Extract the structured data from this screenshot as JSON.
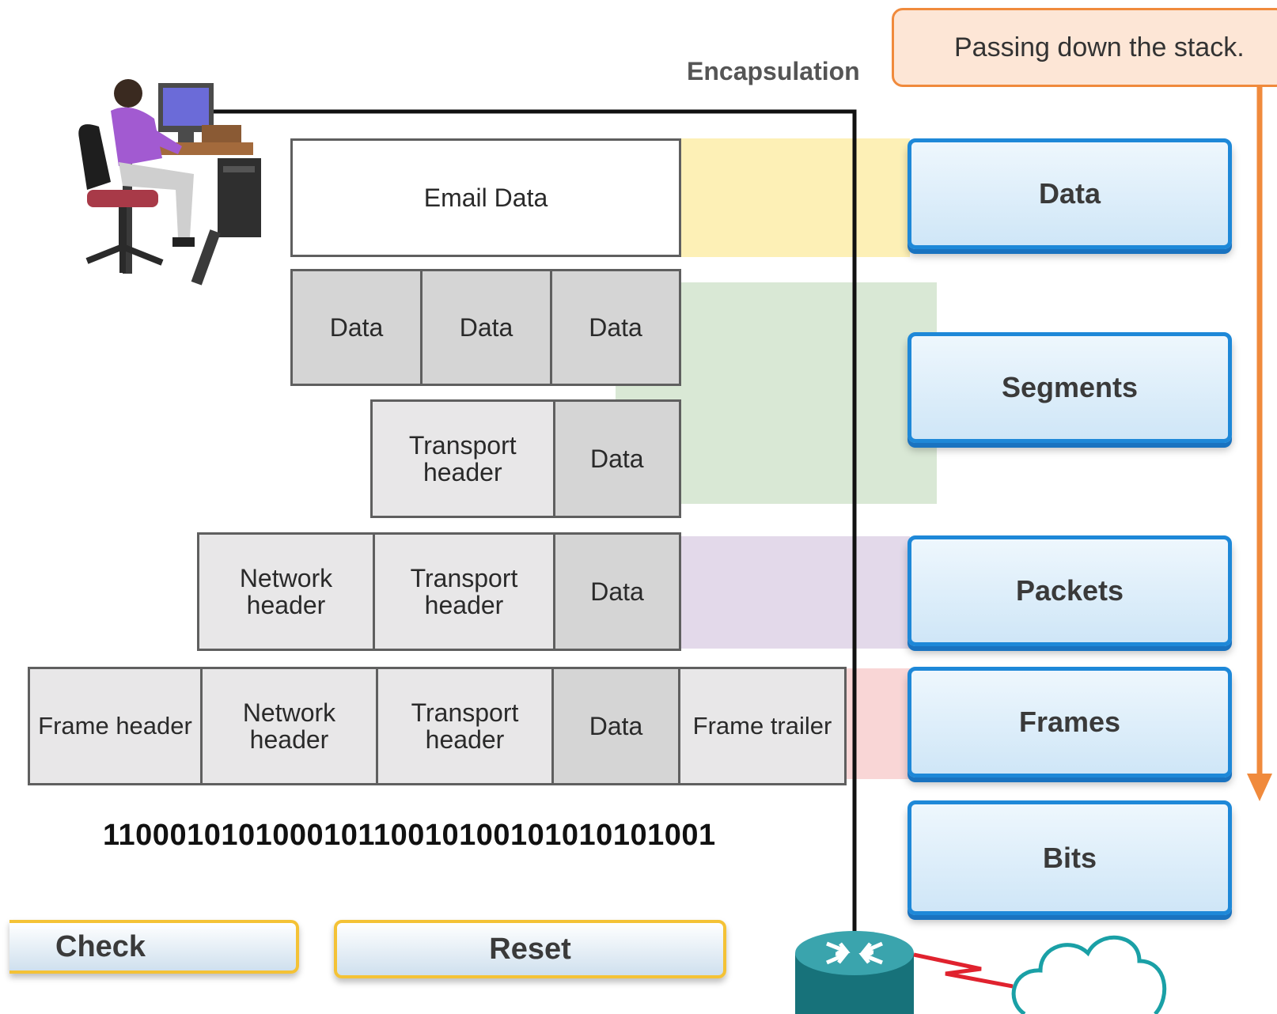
{
  "callout": {
    "text": "Passing down the stack."
  },
  "title": "Encapsulation",
  "colors": {
    "data_band": "#fdf0b6",
    "segment_band": "#d9e8d5",
    "packet_band": "#e3d9ea",
    "frame_band": "#f9d6d6",
    "accent_blue": "#1e88d8",
    "accent_orange": "#f08a3c"
  },
  "pdu_rows": {
    "email": [
      "Email Data"
    ],
    "split": [
      "Data",
      "Data",
      "Data"
    ],
    "segment": [
      "Transport header",
      "Data"
    ],
    "packet": [
      "Network header",
      "Transport header",
      "Data"
    ],
    "frame": [
      "Frame header",
      "Network header",
      "Transport header",
      "Data",
      "Frame trailer"
    ]
  },
  "pdu_names": [
    "Data",
    "Segments",
    "Packets",
    "Frames",
    "Bits"
  ],
  "bits": "110001010100010110010100101010101001",
  "buttons": {
    "check": "Check",
    "reset": "Reset"
  },
  "icons": [
    "user-computer-icon",
    "router-icon",
    "network-cloud-icon",
    "down-arrow-icon"
  ]
}
